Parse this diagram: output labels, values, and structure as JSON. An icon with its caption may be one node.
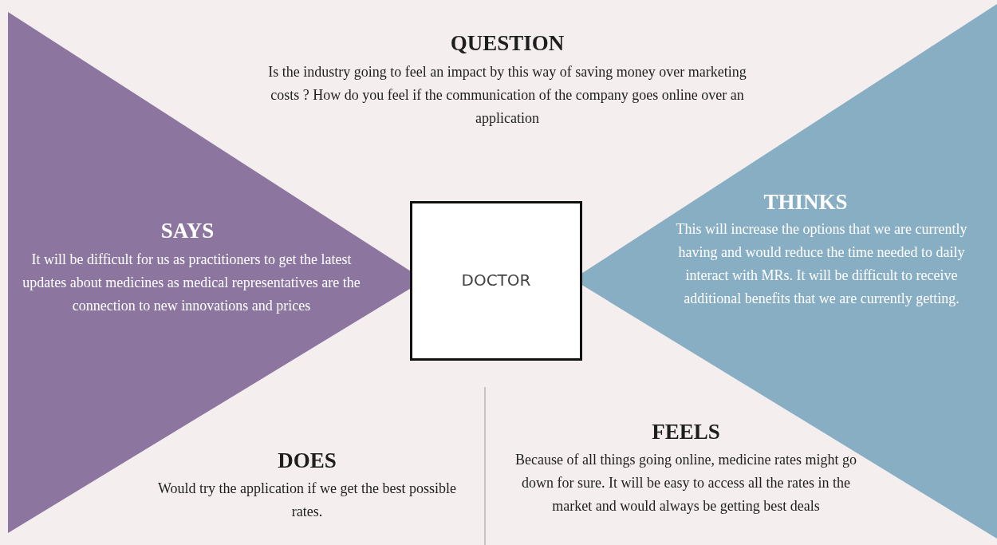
{
  "diagram": {
    "nodes": [
      {
        "text": [
          "SAYS",
          "It will be difficult for us as practitioners to get the latest updates about medicines as medical representatives are the connection to new innovations and prices"
        ]
      },
      {
        "text": [
          "THINKS",
          "This will increase the options that we are currently having and would reduce the time needed to daily interact with MRs. It will be difficult to receive additional benefits that we are currently getting."
        ]
      },
      {
        "text": [
          "DOCTOR"
        ]
      }
    ],
    "labels": [
      "QUESTION",
      "Is the industry going to feel an impact by this way of saving money over marketing costs ? How do you feel if the communication of the company goes online over an application",
      "DOES",
      "Would try the application if we get the best possible rates.",
      "FEELS",
      "Because of all things going online, medicine rates might go down for sure. It will be easy to access all the rates in the market and would always be getting best deals"
    ]
  }
}
